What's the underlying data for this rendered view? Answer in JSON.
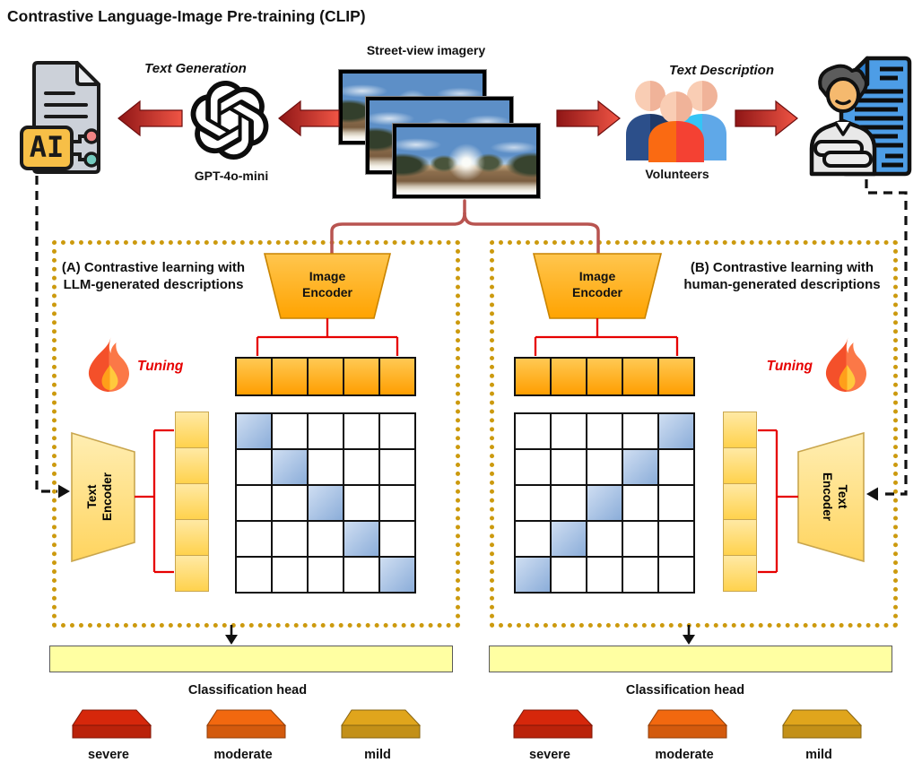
{
  "title": "Contrastive Language-Image Pre-training (CLIP)",
  "pipeline": {
    "text_generation_label": "Text Generation",
    "gpt_model_label": "GPT-4o-mini",
    "ai_badge_label": "AI",
    "street_view_label": "Street-view imagery",
    "text_description_label": "Text Description",
    "volunteers_label": "Volunteers"
  },
  "panel_a": {
    "heading": "(A) Contrastive learning with LLM-generated descriptions",
    "tuning_label": "Tuning",
    "image_encoder_label": [
      "Image",
      "Encoder"
    ],
    "text_encoder_label": [
      "Text",
      "Encoder"
    ],
    "embedding_count": 5,
    "matrix": {
      "rows": 5,
      "cols": 5,
      "highlight_pattern": "diagonal"
    },
    "classification_head_label": "Classification head",
    "severity_classes": [
      {
        "label": "severe",
        "color": "#d6270b"
      },
      {
        "label": "moderate",
        "color": "#f2680f"
      },
      {
        "label": "mild",
        "color": "#e0a51c"
      }
    ]
  },
  "panel_b": {
    "heading": "(B) Contrastive learning with human-generated descriptions",
    "tuning_label": "Tuning",
    "image_encoder_label": [
      "Image",
      "Encoder"
    ],
    "text_encoder_label": [
      "Text",
      "Encoder"
    ],
    "embedding_count": 5,
    "matrix": {
      "rows": 5,
      "cols": 5,
      "highlight_pattern": "anti-diagonal"
    },
    "classification_head_label": "Classification head",
    "severity_classes": [
      {
        "label": "severe",
        "color": "#d6270b"
      },
      {
        "label": "moderate",
        "color": "#f2680f"
      },
      {
        "label": "mild",
        "color": "#e0a51c"
      }
    ]
  },
  "colors": {
    "panel_border": "#cc9a0e",
    "tuning_red": "#e60000",
    "bracket_red": "#e60000",
    "connector_red": "#b85450",
    "arrow_dark": "#8f1616",
    "arrow_light": "#f05545",
    "cell_orange_top": "#ffc953",
    "cell_orange_bottom": "#ff9e00",
    "cell_yellow_top": "#ffe9a4",
    "cell_yellow_bottom": "#ffd24d",
    "matrix_blue_light": "#cfdef2",
    "matrix_blue_dark": "#8badd9",
    "class_bar": "#ffffa2"
  }
}
